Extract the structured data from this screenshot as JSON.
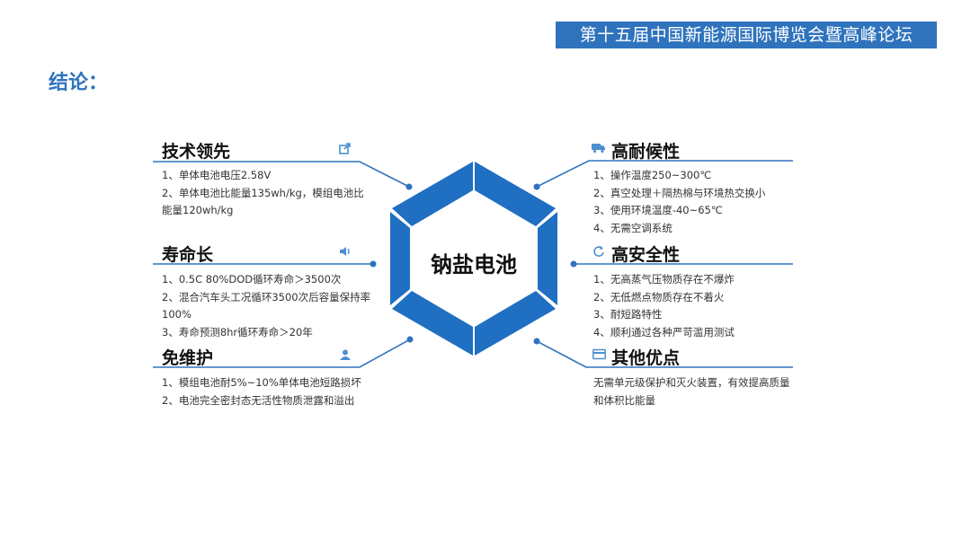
{
  "header": {
    "banner": "第十五届中国新能源国际博览会暨高峰论坛"
  },
  "page_title": "结论：",
  "center_label": "钠盐电池",
  "sections": {
    "tech": {
      "title": "技术领先",
      "icon": "share-icon",
      "items": [
        "1、单体电池电压2.58V",
        "2、单体电池比能量135wh/kg，模组电池比能量120wh/kg"
      ]
    },
    "life": {
      "title": "寿命长",
      "icon": "speaker-icon",
      "items": [
        "1、0.5C 80%DOD循环寿命＞3500次",
        "2、混合汽车头工况循环3500次后容量保持率100%",
        "3、寿命预测8hr循环寿命＞20年"
      ]
    },
    "maintenance": {
      "title": "免维护",
      "icon": "user-icon",
      "items": [
        "1、模组电池耐5%~10%单体电池短路损坏",
        "2、电池完全密封态无活性物质泄露和溢出"
      ]
    },
    "weather": {
      "title": "高耐候性",
      "icon": "truck-icon",
      "items": [
        "1、操作温度250~300℃",
        "2、真空处理＋隔热棉与环境热交换小",
        "3、使用环境温度-40~65℃",
        "4、无需空调系统"
      ]
    },
    "safety": {
      "title": "高安全性",
      "icon": "refresh-icon",
      "items": [
        "1、无高蒸气压物质存在不爆炸",
        "2、无低燃点物质存在不着火",
        "3、耐短路特性",
        "4、顺利通过各种严苛滥用测试"
      ]
    },
    "other": {
      "title": "其他优点",
      "icon": "credit-card-icon",
      "items": [
        "无需单元级保护和灭火装置，有效提高质量和体积比能量"
      ]
    }
  },
  "colors": {
    "accent": "#2f73bd",
    "hex_fill": "#1f6fc2",
    "icon": "#4e8fcf"
  }
}
